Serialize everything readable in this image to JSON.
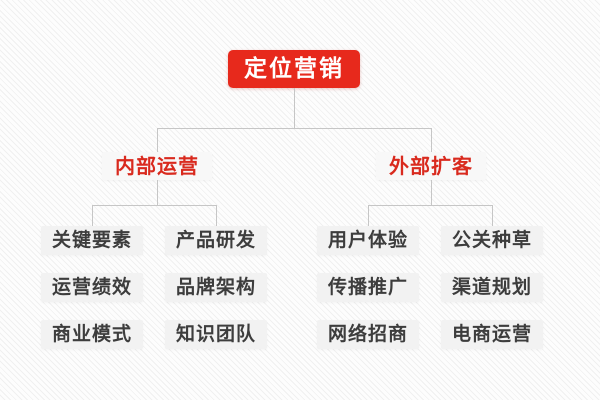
{
  "diagram": {
    "root": {
      "label": "定位营销"
    },
    "branches": [
      {
        "label": "内部运营",
        "children": [
          "关键要素",
          "产品研发",
          "运营绩效",
          "品牌架构",
          "商业模式",
          "知识团队"
        ]
      },
      {
        "label": "外部扩客",
        "children": [
          "用户体验",
          "公关种草",
          "传播推广",
          "渠道规划",
          "网络招商",
          "电商运营"
        ]
      }
    ],
    "colors": {
      "root_bg": "#e7291c",
      "root_text": "#ffffff",
      "branch_text": "#d92a1e",
      "leaf_bg": "#f2f2f2",
      "leaf_text": "#3d3d3d",
      "connector": "#c6c6c6",
      "background": "#fdfdfd"
    }
  }
}
